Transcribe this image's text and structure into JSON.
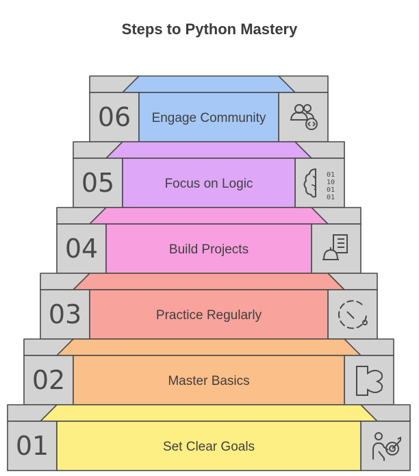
{
  "title": "Steps to Python Mastery",
  "steps": [
    {
      "number": "06",
      "label": "Engage Community",
      "color": "#a6c8f6",
      "icon": "community-code-icon"
    },
    {
      "number": "05",
      "label": "Focus on Logic",
      "color": "#dfa7f8",
      "icon": "brain-binary-icon"
    },
    {
      "number": "04",
      "label": "Build Projects",
      "color": "#f8a0df",
      "icon": "construction-building-icon"
    },
    {
      "number": "03",
      "label": "Practice Regularly",
      "color": "#f8a39c",
      "icon": "timer-icon"
    },
    {
      "number": "02",
      "label": "Master Basics",
      "color": "#fbc08a",
      "icon": "abstract-knot-icon"
    },
    {
      "number": "01",
      "label": "Set Clear Goals",
      "color": "#fdef84",
      "icon": "person-target-icon"
    }
  ],
  "colors": {
    "block": "#d3d3d3",
    "outline": "#4a4a4a",
    "text": "#3f3f3f"
  }
}
